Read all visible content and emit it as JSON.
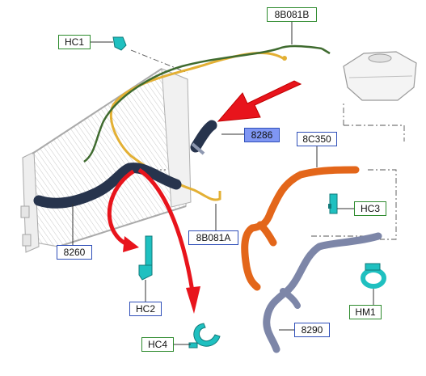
{
  "labels": {
    "hc1": "HC1",
    "b8b081b": "8B081B",
    "p8286": "8286",
    "p8c350": "8C350",
    "hc3": "HC3",
    "b8b081a": "8B081A",
    "p8260": "8260",
    "hc2": "HC2",
    "hm1": "HM1",
    "p8290": "8290",
    "hc4": "HC4"
  },
  "colors": {
    "green_frame": "#2e8b2e",
    "blue_frame": "#2f4fb8",
    "highlight_fill": "#7f96f3",
    "arrow_red": "#e8141c",
    "clip_cyan": "#1fc0c0",
    "hose_orange": "#e3661a",
    "hose_gray": "#7d86a8",
    "hose_dark": "#27344d",
    "pipe_green": "#3f6b2f",
    "pipe_yellow": "#e3b034"
  }
}
